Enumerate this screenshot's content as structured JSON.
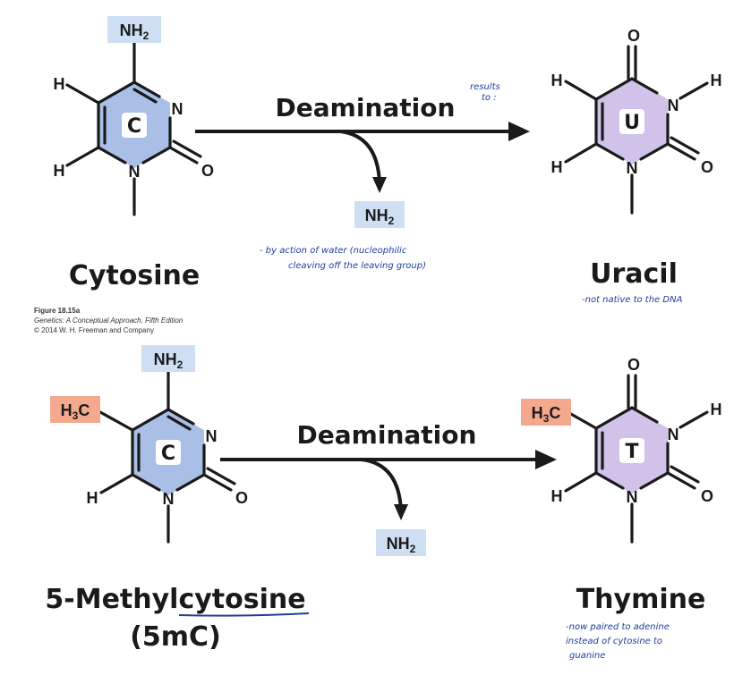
{
  "reactions": [
    {
      "reactant": {
        "name": "Cytosine",
        "ring_letter": "C",
        "substituent_top": "NH2",
        "substituent_left": "",
        "ring_color": "#a9bfe6"
      },
      "arrow_label": "Deamination",
      "byproduct": "NH2",
      "product": {
        "name": "Uracil",
        "ring_letter": "U",
        "substituent_left": "",
        "ring_color": "#d1c2e9"
      }
    },
    {
      "reactant": {
        "name": "5-Methylcytosine",
        "subname": "(5mC)",
        "ring_letter": "C",
        "substituent_top": "NH2",
        "substituent_left": "H3C",
        "ring_color": "#a9bfe6"
      },
      "arrow_label": "Deamination",
      "byproduct": "NH2",
      "product": {
        "name": "Thymine",
        "ring_letter": "T",
        "substituent_left": "H3C",
        "ring_color": "#d1c2e9"
      }
    }
  ],
  "figure_caption": {
    "number": "Figure 18.15a",
    "book": "Genetics: A Conceptual Approach, Fifth Edition",
    "copyright": "© 2014 W. H. Freeman and Company"
  },
  "handwritten_notes": {
    "results_to_line1": "results",
    "results_to_line2": "to :",
    "action_line1": "- by action of water (nucleophilic",
    "action_line2": "cleaving off the leaving group)",
    "uracil_note": "-not native to the DNA",
    "thymine_line1": "-now paired to adenine",
    "thymine_line2": "instead of cytosine to",
    "thymine_line3": "guanine"
  },
  "atoms": {
    "H": "H",
    "N": "N",
    "O": "O"
  },
  "colors": {
    "nh2_box": "#cfdff3",
    "methyl_box": "#f4a98f",
    "handwriting": "#1f3f9a"
  }
}
